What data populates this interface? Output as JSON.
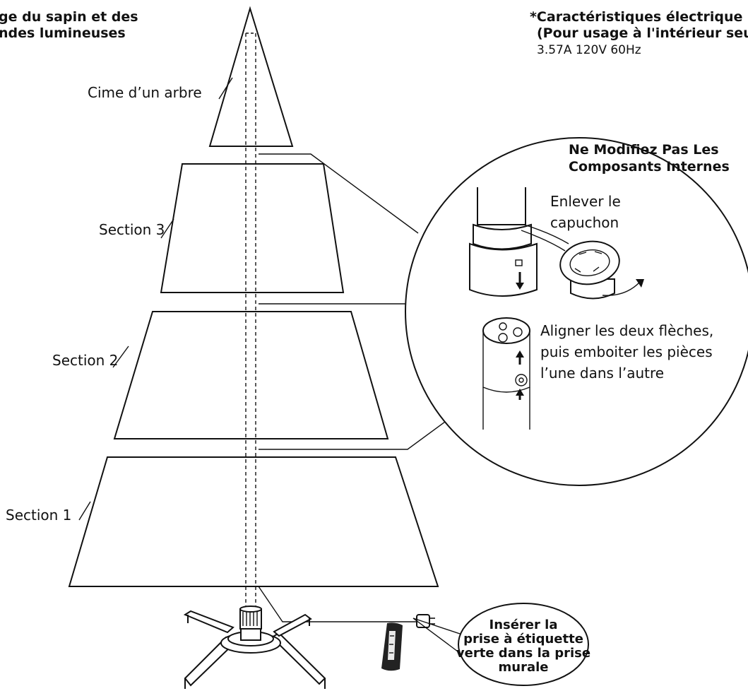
{
  "header": {
    "title_line1": "ge du sapin et des",
    "title_line2": "ndes lumineuses"
  },
  "electrical": {
    "line1": "*Caractéristiques électrique",
    "line2": "(Pour usage à l'intérieur seu",
    "line3": "3.57A 120V 60Hz"
  },
  "labels": {
    "top": "Cime d’un arbre",
    "section3": "Section 3",
    "section2": "Section 2",
    "section1": "Section 1"
  },
  "warning": {
    "line1": "Ne Modifiez Pas Les",
    "line2": "Composants Internes"
  },
  "detail": {
    "cap_line1": "Enlever le",
    "cap_line2": "capuchon",
    "align_line1": "Aligner les deux flèches,",
    "align_line2": "puis emboiter les pièces",
    "align_line3": "l’une dans l’autre"
  },
  "plug_bubble": {
    "line1": "Insérer la",
    "line2": "prise à étiquette",
    "line3": "verte dans la prise",
    "line4": "murale"
  }
}
